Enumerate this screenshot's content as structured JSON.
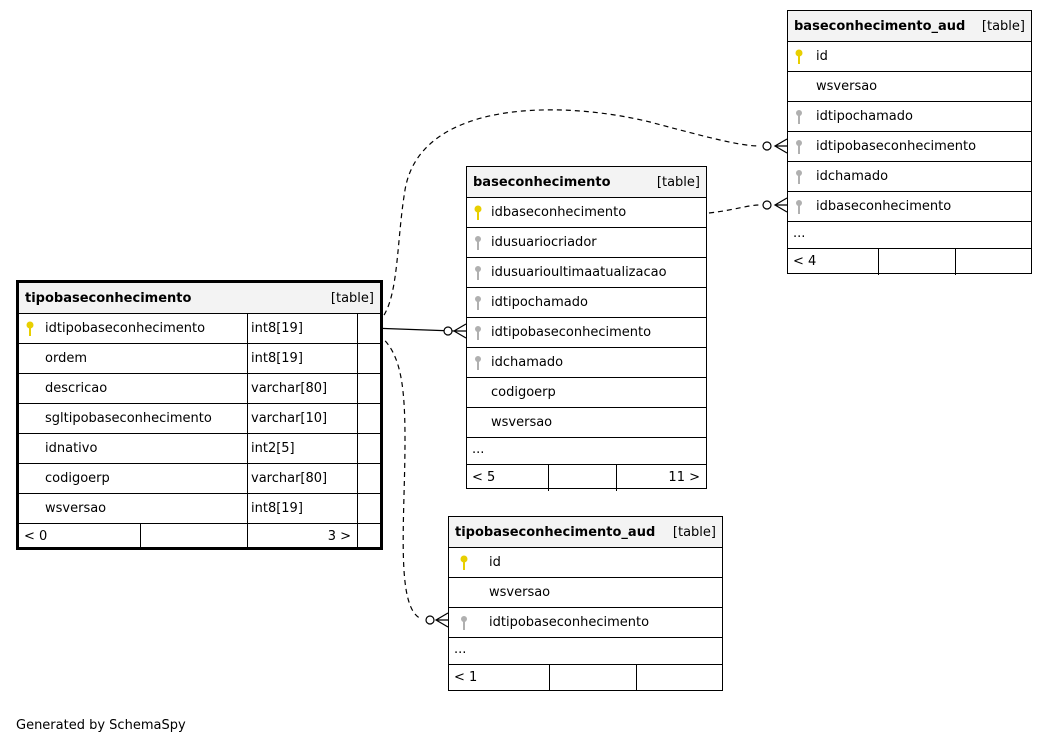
{
  "tables": {
    "tipobaseconhecimento": {
      "name": "tipobaseconhecimento",
      "tag": "[table]",
      "columns": [
        {
          "name": "idtipobaseconhecimento",
          "type": "int8[19]",
          "key": "primary"
        },
        {
          "name": "ordem",
          "type": "int8[19]",
          "key": ""
        },
        {
          "name": "descricao",
          "type": "varchar[80]",
          "key": ""
        },
        {
          "name": "sgltipobaseconhecimento",
          "type": "varchar[10]",
          "key": ""
        },
        {
          "name": "idnativo",
          "type": "int2[5]",
          "key": ""
        },
        {
          "name": "codigoerp",
          "type": "varchar[80]",
          "key": ""
        },
        {
          "name": "wsversao",
          "type": "int8[19]",
          "key": ""
        }
      ],
      "footer": {
        "left": "< 0",
        "mid": "",
        "right": "3 >"
      }
    },
    "baseconhecimento": {
      "name": "baseconhecimento",
      "tag": "[table]",
      "columns": [
        {
          "name": "idbaseconhecimento",
          "key": "primary"
        },
        {
          "name": "idusuariocriador",
          "key": "foreign"
        },
        {
          "name": "idusuarioultimaatualizacao",
          "key": "foreign"
        },
        {
          "name": "idtipochamado",
          "key": "foreign"
        },
        {
          "name": "idtipobaseconhecimento",
          "key": "foreign"
        },
        {
          "name": "idchamado",
          "key": "foreign"
        },
        {
          "name": "codigoerp",
          "key": ""
        },
        {
          "name": "wsversao",
          "key": ""
        }
      ],
      "ellipsis": "...",
      "footer": {
        "left": "< 5",
        "mid": "",
        "right": "11 >"
      }
    },
    "baseconhecimento_aud": {
      "name": "baseconhecimento_aud",
      "tag": "[table]",
      "columns": [
        {
          "name": "id",
          "key": "primary"
        },
        {
          "name": "wsversao",
          "key": ""
        },
        {
          "name": "idtipochamado",
          "key": "foreign"
        },
        {
          "name": "idtipobaseconhecimento",
          "key": "foreign"
        },
        {
          "name": "idchamado",
          "key": "foreign"
        },
        {
          "name": "idbaseconhecimento",
          "key": "foreign"
        }
      ],
      "ellipsis": "...",
      "footer": {
        "left": "< 4",
        "mid": "",
        "right": ""
      }
    },
    "tipobaseconhecimento_aud": {
      "name": "tipobaseconhecimento_aud",
      "tag": "[table]",
      "columns": [
        {
          "name": "id",
          "key": "primary"
        },
        {
          "name": "wsversao",
          "key": ""
        },
        {
          "name": "idtipobaseconhecimento",
          "key": "foreign"
        }
      ],
      "ellipsis": "...",
      "footer": {
        "left": "< 1",
        "mid": "",
        "right": ""
      }
    }
  },
  "colors": {
    "primary_key": "#e8cf00",
    "foreign_key": "#b0b0b0",
    "header_bg": "#f3f3f3"
  },
  "generated_by": "Generated by SchemaSpy"
}
